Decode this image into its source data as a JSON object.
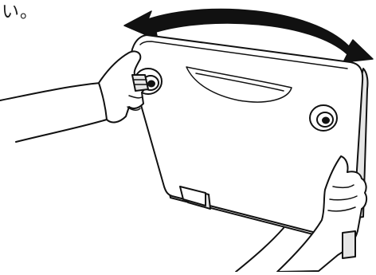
{
  "caption": "い。",
  "figure": {
    "arrow": "double-headed-curved-arrow",
    "subject": "device-bottom-panel",
    "feet": 2,
    "hands": 2
  }
}
